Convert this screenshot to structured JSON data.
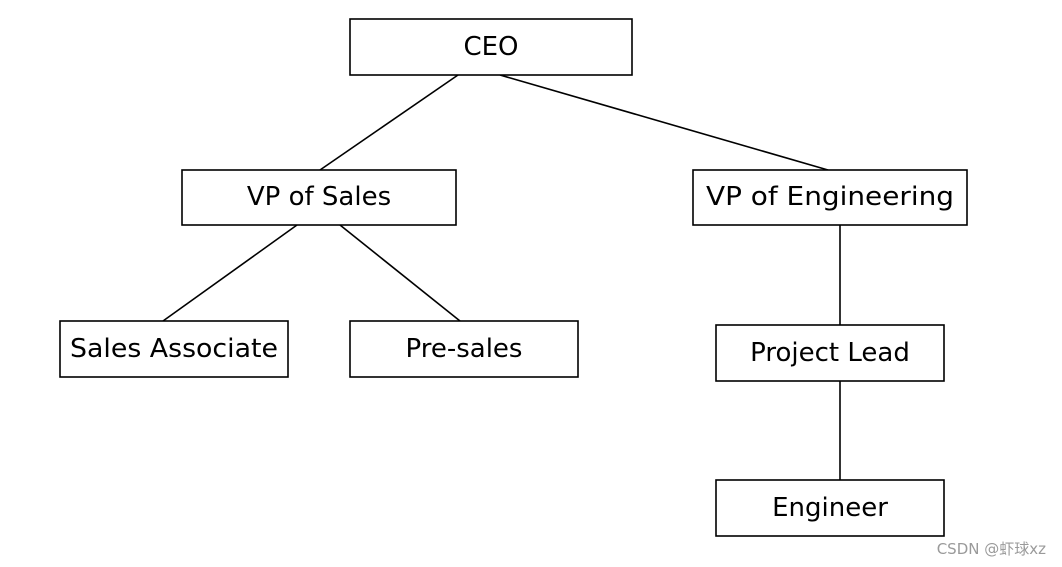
{
  "diagram": {
    "nodes": {
      "ceo": "CEO",
      "vp_sales": "VP of Sales",
      "vp_engineering": "VP of Engineering",
      "sales_associate": "Sales Associate",
      "pre_sales": "Pre-sales",
      "project_lead": "Project Lead",
      "engineer": "Engineer"
    },
    "edges": [
      [
        "ceo",
        "vp_sales"
      ],
      [
        "ceo",
        "vp_engineering"
      ],
      [
        "vp_sales",
        "sales_associate"
      ],
      [
        "vp_sales",
        "pre_sales"
      ],
      [
        "vp_engineering",
        "project_lead"
      ],
      [
        "project_lead",
        "engineer"
      ]
    ]
  },
  "watermark": "CSDN @虾球xz"
}
